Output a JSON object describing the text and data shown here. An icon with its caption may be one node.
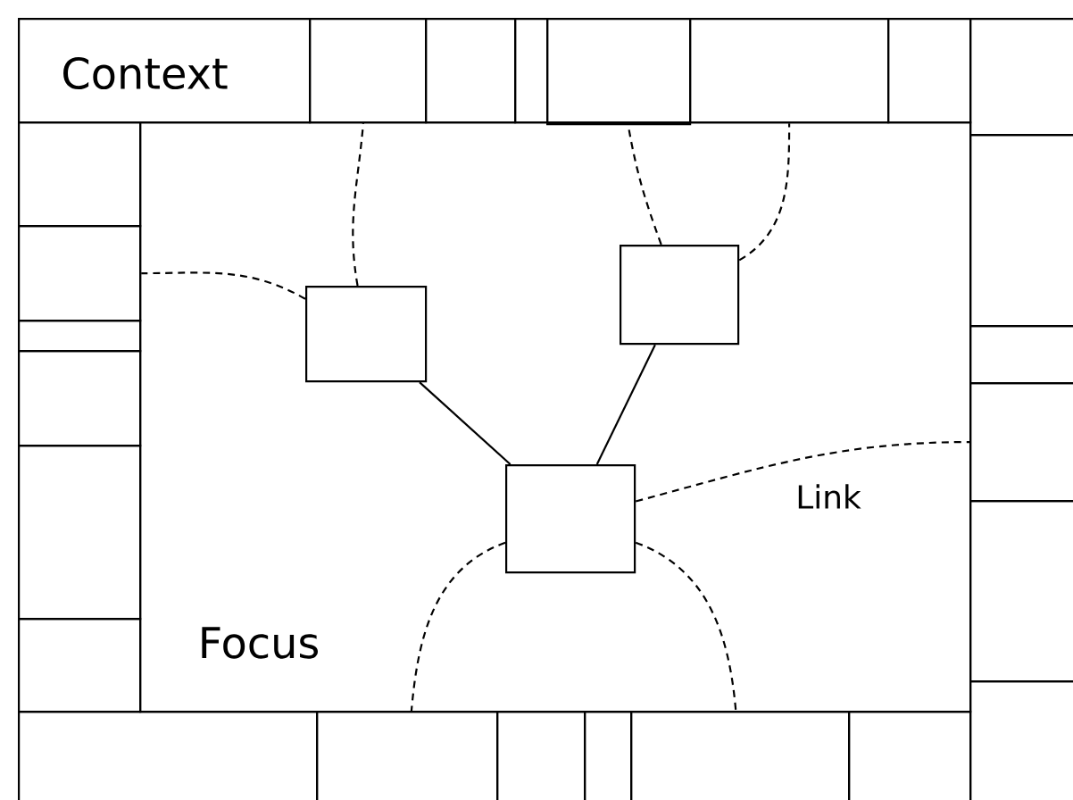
{
  "diagram": {
    "nodes": [
      {
        "text": [
          "Context"
        ]
      },
      {
        "text": [],
        "shape": "box"
      },
      {
        "text": [],
        "shape": "box"
      },
      {
        "text": [],
        "shape": "box"
      },
      {
        "text": [],
        "shape": "box"
      },
      {
        "text": [],
        "shape": "box"
      },
      {
        "text": [],
        "shape": "box"
      },
      {
        "text": [],
        "shape": "box"
      },
      {
        "text": [],
        "shape": "box"
      },
      {
        "text": [],
        "shape": "box"
      },
      {
        "text": [],
        "shape": "box"
      },
      {
        "text": [],
        "shape": "box"
      },
      {
        "text": [],
        "shape": "box"
      },
      {
        "text": [],
        "shape": "box"
      },
      {
        "text": [],
        "shape": "box"
      },
      {
        "text": [],
        "shape": "box"
      },
      {
        "text": [],
        "shape": "box"
      },
      {
        "text": [],
        "shape": "box"
      },
      {
        "text": [],
        "shape": "box"
      },
      {
        "text": [
          "Focus"
        ]
      },
      {
        "text": [],
        "shape": "box",
        "in": 19
      },
      {
        "text": [],
        "shape": "box",
        "in": 19
      },
      {
        "text": [],
        "shape": "box",
        "in": 19
      },
      {
        "text": [],
        "shape": "box"
      },
      {
        "text": [],
        "shape": "box"
      },
      {
        "text": [],
        "shape": "box"
      },
      {
        "text": [],
        "shape": "box"
      },
      {
        "text": [],
        "shape": "box"
      },
      {
        "text": [],
        "shape": "box"
      }
    ],
    "edges": [
      {
        "from": 20,
        "to": 22,
        "arrow": "none"
      },
      {
        "from": 21,
        "to": 22,
        "arrow": "none"
      },
      {
        "from": 20,
        "to": 1,
        "arrow": "none",
        "style": "dashed"
      },
      {
        "from": 20,
        "to": 14,
        "arrow": "none",
        "style": "dashed"
      },
      {
        "from": 21,
        "to": 4,
        "arrow": "none",
        "style": "dashed"
      },
      {
        "from": 21,
        "to": 5,
        "arrow": "none",
        "style": "dashed"
      },
      {
        "from": 22,
        "to": 10,
        "arrow": "none",
        "style": "dashed",
        "label": "Link"
      },
      {
        "from": 22,
        "to": 24,
        "arrow": "none",
        "style": "dashed"
      },
      {
        "from": 22,
        "to": 27,
        "arrow": "none",
        "style": "dashed"
      }
    ]
  }
}
